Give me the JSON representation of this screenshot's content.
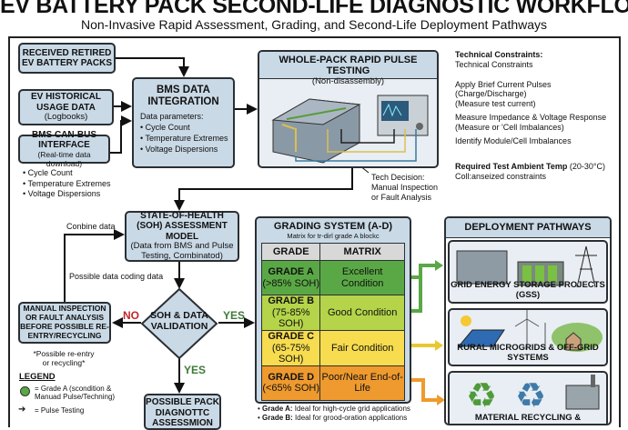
{
  "header": {
    "title": "EV BATTERY PACK SECOND-LIFE DIAGNOSTIC WORKFLOW",
    "subtitle": "Non-Invasive Rapid Assessment, Grading, and Second-Life Deployment Pathways"
  },
  "inputs": {
    "received": "RECEIVED RETIRED EV BATTERY PACKS",
    "historical": {
      "title": "EV HISTORICAL USAGE DATA",
      "sub": "(Logbooks)"
    },
    "canbus": {
      "title": "BMS CAN-BUS INTERFACE",
      "sub": "(Real-time data download)",
      "bullets": [
        "Cycle Count",
        "Temperature Extremes",
        "Voltage Dispersions"
      ]
    }
  },
  "bms": {
    "title": "BMS DATA INTEGRATION",
    "params_label": "Data parameters:",
    "bullets": [
      "Cycle Count",
      "Temperature Extremes",
      "Voltage Dispersions"
    ]
  },
  "pulse": {
    "title": "WHOLE-PACK RAPID PULSE TESTING",
    "sub": "(Non-disassembly)",
    "tech_decision": "Tech Decision: Manual Inspection or Fault Analysis"
  },
  "constraints": {
    "heading": "Technical Constraints:",
    "heading_sub": "Technical Constraints",
    "items": [
      {
        "main": "Apply Brief Current Pulses (Charge/Discharge)",
        "sub": "(Measure test current)"
      },
      {
        "main": "Measure Impedance & Voltage Response",
        "sub": "(Measure or 'Cell Imbalances)"
      },
      {
        "main": "Identify Module/Cell Imbalances",
        "sub": ""
      }
    ],
    "temp_bold": "Required Test Ambient Temp",
    "temp_value": "(20-30°C)",
    "temp_sub": "Coll:anseized constraints"
  },
  "soh": {
    "title": "STATE-OF-HEALTH (SOH) ASSESSMENT MODEL",
    "sub": "(Data from BMS and Pulse Testing, Combinatod)",
    "combine_label": "Conbine data",
    "coding_label": "Possible data coding data"
  },
  "validation": {
    "title": "SOH & DATA VALIDATION",
    "no": "NO",
    "yes_right": "YES",
    "yes_down": "YES"
  },
  "manual": {
    "title": "MANUAL INSPECTION OR FAULT ANALYSIS BEFORE POSSIBLE RE-ENTRY/RECYCLING",
    "note": "*Possible re-entry or recycling*"
  },
  "possible": {
    "title": "POSSIBLE PACK DIAGNOTTC ASSESSMION"
  },
  "legend": {
    "title": "LEGEND",
    "items": [
      "= Grade A (scondition & Manuad Pulse/Techning)",
      "= Pulse Testing"
    ]
  },
  "grading": {
    "title": "GRADING SYSTEM (A-D)",
    "sub": "Matrix for tr-dirl grade A blockc",
    "columns": [
      "GRADE",
      "MATRIX"
    ],
    "rows": [
      {
        "grade": "GRADE A",
        "range": "(>85% SOH)",
        "matrix": "Excellent Condition",
        "color": "#5aa845"
      },
      {
        "grade": "GRADE B",
        "range": "(75-85% SOH)",
        "matrix": "Good Condition",
        "color": "#b5d44a"
      },
      {
        "grade": "GRADE C",
        "range": "(65-75% SOH)",
        "matrix": "Fair Condition",
        "color": "#f6dc4e"
      },
      {
        "grade": "GRADE D",
        "range": "(<65% SOH)",
        "matrix": "Poor/Near End-of-Life",
        "color": "#ef9a2e"
      }
    ],
    "notes": [
      {
        "bold": "Grade A:",
        "text": " Ideal for high-cycle grid applications"
      },
      {
        "bold": "Grade B:",
        "text": " Ideal for grood-oration applications"
      }
    ]
  },
  "deployment": {
    "title": "DEPLOYMENT PATHWAYS",
    "pathways": [
      "GRID ENERGY STORAGE PROJECTS (GSS)",
      "RURAL MICROGRIDS & OFF-GRID SYSTEMS",
      "MATERIAL RECYCLING &"
    ]
  }
}
